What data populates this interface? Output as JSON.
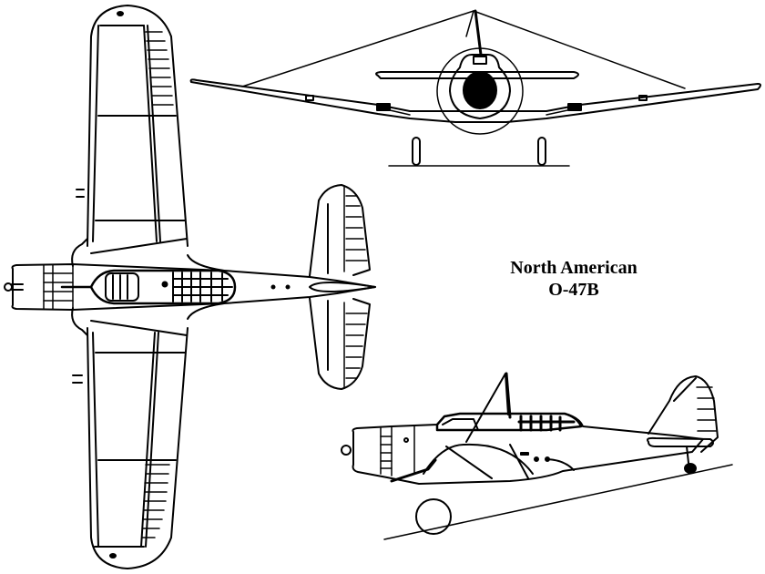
{
  "diagram": {
    "type": "aircraft-three-view",
    "title_line1": "North American",
    "title_line2": "O-47B",
    "views": [
      "top-view",
      "front-view",
      "side-view"
    ],
    "colors": {
      "line": "#000000",
      "background": "#ffffff"
    }
  }
}
